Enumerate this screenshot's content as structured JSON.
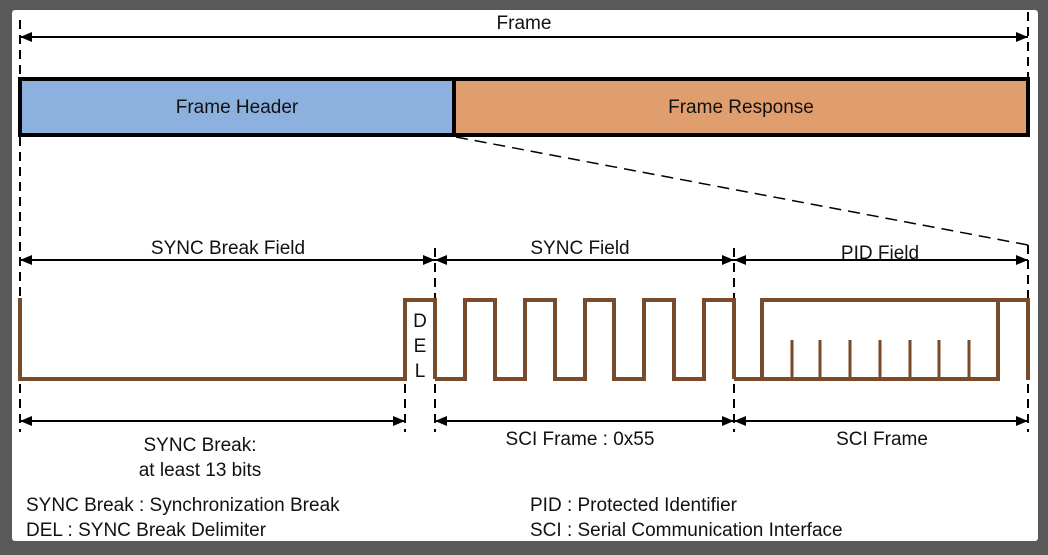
{
  "diagram": {
    "title": "LIN Frame Structure",
    "frame_label": "Frame",
    "segments": [
      {
        "label": "Frame Header",
        "color": "#8cb1de"
      },
      {
        "label": "Frame Response",
        "color": "#e09e6f"
      }
    ],
    "fields": [
      {
        "label": "SYNC Break Field"
      },
      {
        "label": "SYNC Field"
      },
      {
        "label": "PID Field"
      }
    ],
    "del_letters": [
      "D",
      "E",
      "L"
    ],
    "bottom_spans": [
      {
        "lines": [
          "SYNC Break:",
          "at least 13 bits"
        ]
      },
      {
        "lines": [
          "SCI Frame : 0x55"
        ]
      },
      {
        "lines": [
          "SCI Frame"
        ]
      }
    ],
    "legend_left": [
      "SYNC Break : Synchronization Break",
      "DEL : SYNC Break Delimiter"
    ],
    "legend_right": [
      "PID : Protected Identifier",
      "SCI : Serial Communication Interface"
    ],
    "colors": {
      "waveform": "#7a4b2a",
      "background": "#595959",
      "line": "#000000"
    }
  }
}
